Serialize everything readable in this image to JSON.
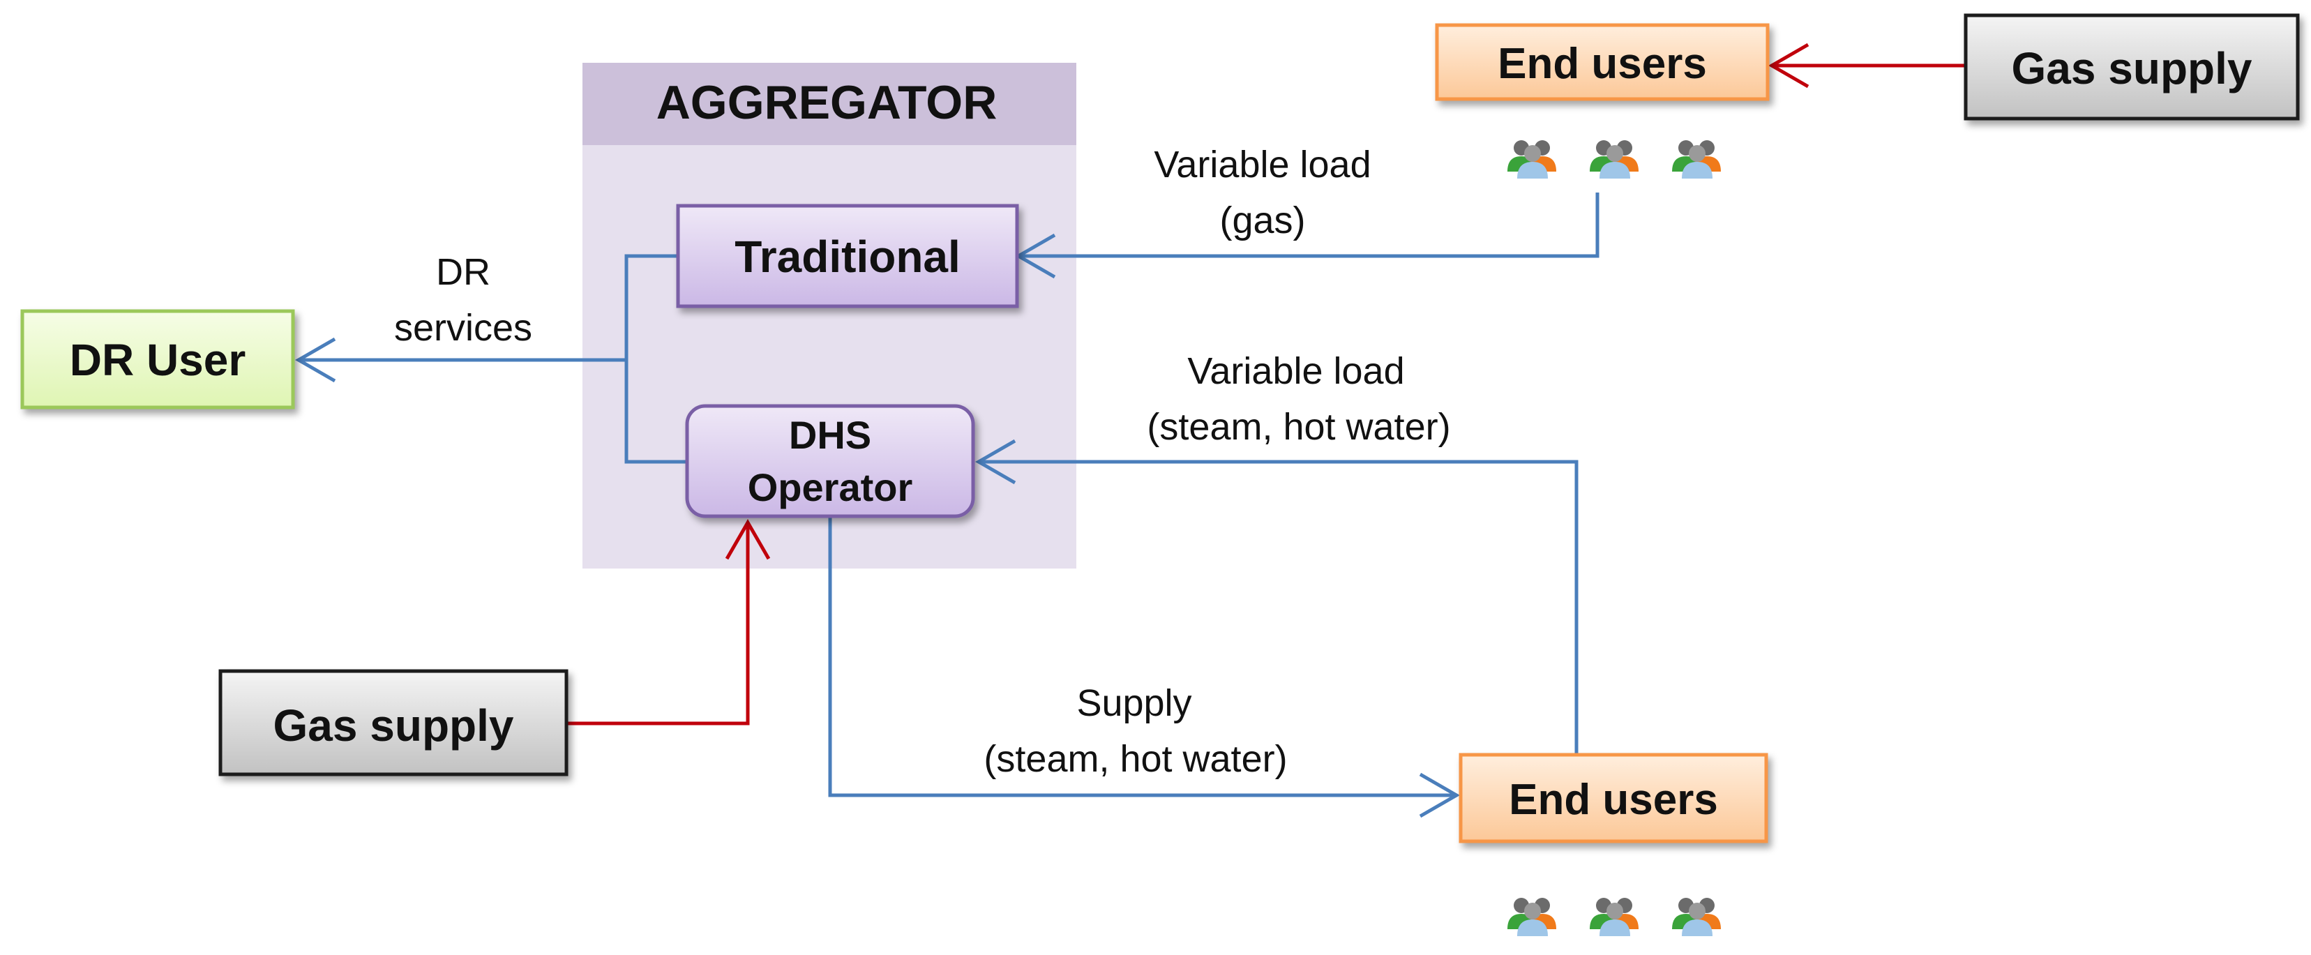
{
  "aggregator": {
    "title": "AGGREGATOR",
    "traditional": "Traditional",
    "dhs_operator_line1": "DHS",
    "dhs_operator_line2": "Operator"
  },
  "nodes": {
    "dr_user": "DR User",
    "gas_supply_top": "Gas supply",
    "gas_supply_bottom": "Gas supply",
    "end_users_top": "End users",
    "end_users_bottom": "End users"
  },
  "edge_labels": {
    "dr_services_line1": "DR",
    "dr_services_line2": "services",
    "variable_load_gas_line1": "Variable load",
    "variable_load_gas_line2": "(gas)",
    "variable_load_steam_line1": "Variable load",
    "variable_load_steam_line2": "(steam, hot water)",
    "supply_line1": "Supply",
    "supply_line2": "(steam, hot water)"
  },
  "icons": {
    "user_group": "user-group-icon"
  },
  "colors": {
    "flow_line": "#4a7ebb",
    "gas_line": "#c0000b",
    "aggregator_bg": "#e6e0ee",
    "aggregator_header": "#ccc0da",
    "purple_box": "#dcd0ee",
    "purple_border": "#7a5fa6",
    "dr_user_fill": "#e9f9c8",
    "dr_user_border": "#9bc85a",
    "end_users_fill": "#fdd8b4",
    "end_users_border": "#f79646",
    "gas_fill": "#d9d9d9",
    "gas_border": "#1a1a1a"
  }
}
